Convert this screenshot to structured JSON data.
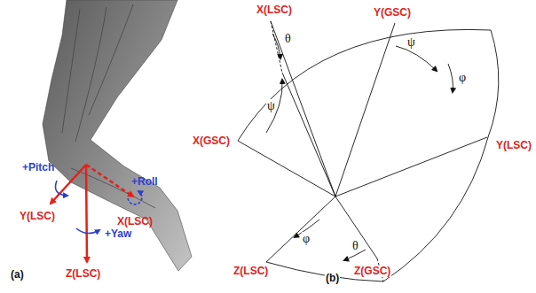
{
  "diagram": {
    "labels": [
      "+Pitch",
      "+Roll",
      "Y(LSC)",
      "X(LSC)",
      "+Yaw",
      "Z(LSC)",
      "(a)",
      "X(LSC)",
      "θ",
      "Y(GSC)",
      "ψ",
      "ψ",
      "φ",
      "Y(LSC)",
      "X(GSC)",
      "Z(LSC)",
      "φ",
      "θ",
      "Z(GSC)",
      "(b)"
    ]
  }
}
